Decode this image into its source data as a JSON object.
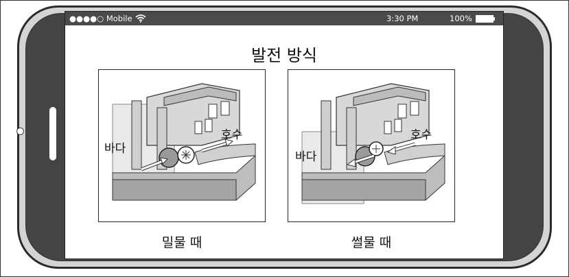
{
  "status_bar": {
    "carrier": "●●●●○ Mobile",
    "time": "3:30 PM",
    "battery": "100%"
  },
  "screen": {
    "title": "발전 방식",
    "panels": [
      {
        "caption": "밀물 때",
        "sea_label": "바다",
        "lake_label": "호수"
      },
      {
        "caption": "썰물 때",
        "sea_label": "바다",
        "lake_label": "호수"
      }
    ]
  },
  "icons": {
    "wifi": "wifi-icon",
    "battery": "battery-icon",
    "camera": "camera-icon",
    "home": "home-button-icon"
  }
}
